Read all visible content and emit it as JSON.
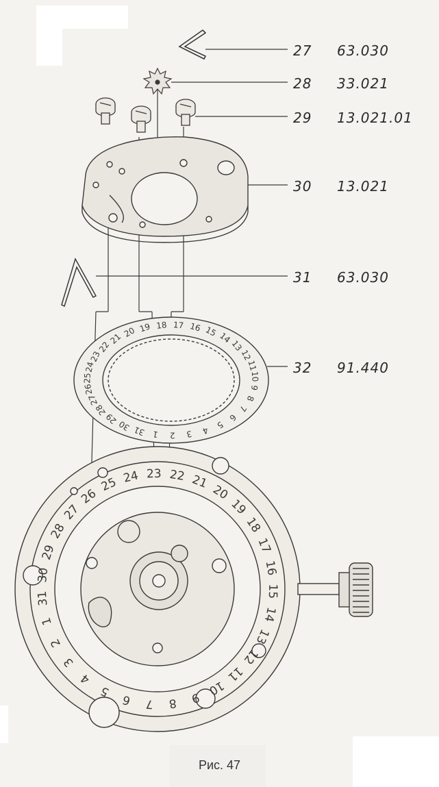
{
  "figure": {
    "caption": "Рис. 47"
  },
  "callouts": [
    {
      "number": "27",
      "code": "63.030"
    },
    {
      "number": "28",
      "code": "33.021"
    },
    {
      "number": "29",
      "code": "13.021.01"
    },
    {
      "number": "30",
      "code": "13.021"
    },
    {
      "number": "31",
      "code": "63.030"
    },
    {
      "number": "32",
      "code": "91.440"
    }
  ],
  "date_ring_numbers": [
    "17",
    "16",
    "15",
    "14",
    "13",
    "12",
    "11",
    "10",
    "9",
    "8",
    "7",
    "6",
    "5",
    "4",
    "3",
    "2",
    "1",
    "31",
    "30",
    "29",
    "28",
    "27",
    "26",
    "25",
    "24",
    "23",
    "22",
    "21",
    "20",
    "19",
    "18"
  ],
  "dial_numbers": [
    "25",
    "24",
    "23",
    "22",
    "21",
    "20",
    "19",
    "18",
    "17",
    "16",
    "15",
    "14",
    "13",
    "12",
    "11",
    "10",
    "9",
    "8",
    "7",
    "6",
    "5",
    "4",
    "3",
    "2",
    "1",
    "31",
    "30",
    "29",
    "28",
    "27",
    "26"
  ],
  "colors": {
    "line": "#3a3a3a",
    "paper": "#f5f3ef",
    "plate_fill": "#e9e6e0"
  }
}
